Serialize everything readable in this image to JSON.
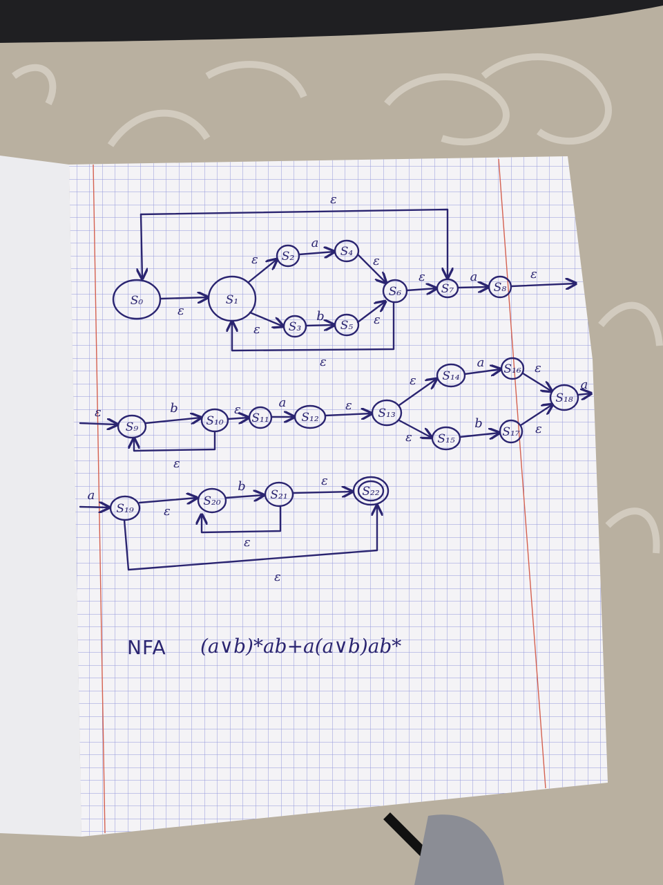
{
  "states": {
    "s0": "S₀",
    "s1": "S₁",
    "s2": "S₂",
    "s3": "S₃",
    "s4": "S₄",
    "s5": "S₅",
    "s6": "S₆",
    "s7": "S₇",
    "s8": "S₈",
    "s9": "S₉",
    "s10": "S₁₀",
    "s11": "S₁₁",
    "s12": "S₁₂",
    "s13": "S₁₃",
    "s14": "S₁₄",
    "s15": "S₁₅",
    "s16": "S₁₆",
    "s17": "S₁₇",
    "s18": "S₁₈",
    "s19": "S₁₉",
    "s20": "S₂₀",
    "s21": "S₂₁",
    "s22": "S₂₂"
  },
  "labels": {
    "eps": "ε",
    "a": "a",
    "b": "b"
  },
  "title": "NFA",
  "expression": "(a∨b)*ab+a(a∨b)ab*",
  "colors": {
    "ink": "#2a2470",
    "grid": "#7f86d6",
    "margin_line": "#d4604f",
    "paper": "#f4f3f6",
    "tablecloth": "#b9b0a0"
  }
}
